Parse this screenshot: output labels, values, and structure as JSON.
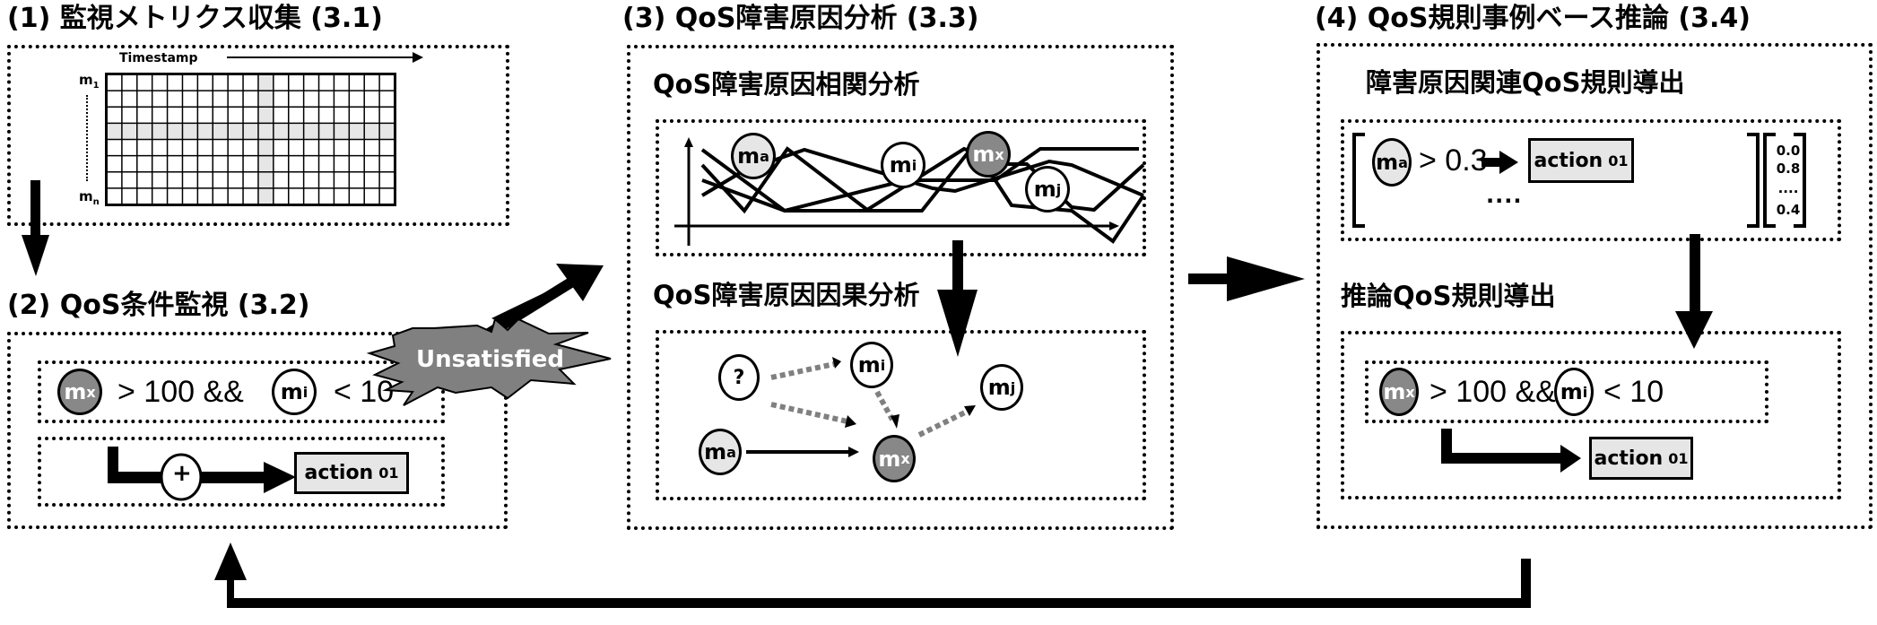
{
  "sections": {
    "collect": {
      "title": "(1) 監視メトリクス収集 (3.1)",
      "timestamp_label": "Timestamp",
      "row_first_label": "m",
      "row_first_sub": "1",
      "row_last_label": "m",
      "row_last_sub": "n",
      "grid_rows": 8,
      "grid_cols": 19,
      "highlight_row": 4,
      "highlight_col": 11
    },
    "monitor": {
      "title": "(2) QoS条件監視 (3.2)",
      "condition": {
        "metric1": "m",
        "metric1_sub": "x",
        "op1": "> 100 &&",
        "metric2": "m",
        "metric2_sub": "i",
        "op2": "< 10"
      },
      "plus_symbol": "+",
      "action_label": "action",
      "action_num": "01",
      "burst_label": "Unsatisfied"
    },
    "analysis": {
      "title": "(3) QoS障害原因分析 (3.3)",
      "correlation_title": "QoS障害原因相関分析",
      "causal_title": "QoS障害原因因果分析",
      "chart_nodes": [
        {
          "label": "m",
          "sub": "a"
        },
        {
          "label": "m",
          "sub": "i"
        },
        {
          "label": "m",
          "sub": "x"
        },
        {
          "label": "m",
          "sub": "j"
        }
      ],
      "causal_nodes": {
        "unknown": "?",
        "ma": {
          "label": "m",
          "sub": "a"
        },
        "mi": {
          "label": "m",
          "sub": "i"
        },
        "mx": {
          "label": "m",
          "sub": "x"
        },
        "mj": {
          "label": "m",
          "sub": "j"
        }
      }
    },
    "reasoning": {
      "title": "(4) QoS規則事例ベース推論 (3.4)",
      "related_rules_title": "障害原因関連QoS規則導出",
      "rule": {
        "metric": "m",
        "metric_sub": "a",
        "op": "> 0.3",
        "action_label": "action",
        "action_num": "01",
        "ellipsis": "...."
      },
      "weights": [
        "0.0",
        "0.8",
        "....",
        "0.4"
      ],
      "inferred_title": "推論QoS規則導出",
      "inferred_condition": {
        "metric1": "m",
        "metric1_sub": "x",
        "op1": "> 100 &&",
        "metric2": "m",
        "metric2_sub": "i",
        "op2": "< 10"
      },
      "inferred_action_label": "action",
      "inferred_action_num": "01"
    }
  },
  "colors": {
    "dark_node": "#888888",
    "light_node": "#e6e6e6",
    "dashed_arrow": "#808080",
    "burst": "#808080"
  }
}
